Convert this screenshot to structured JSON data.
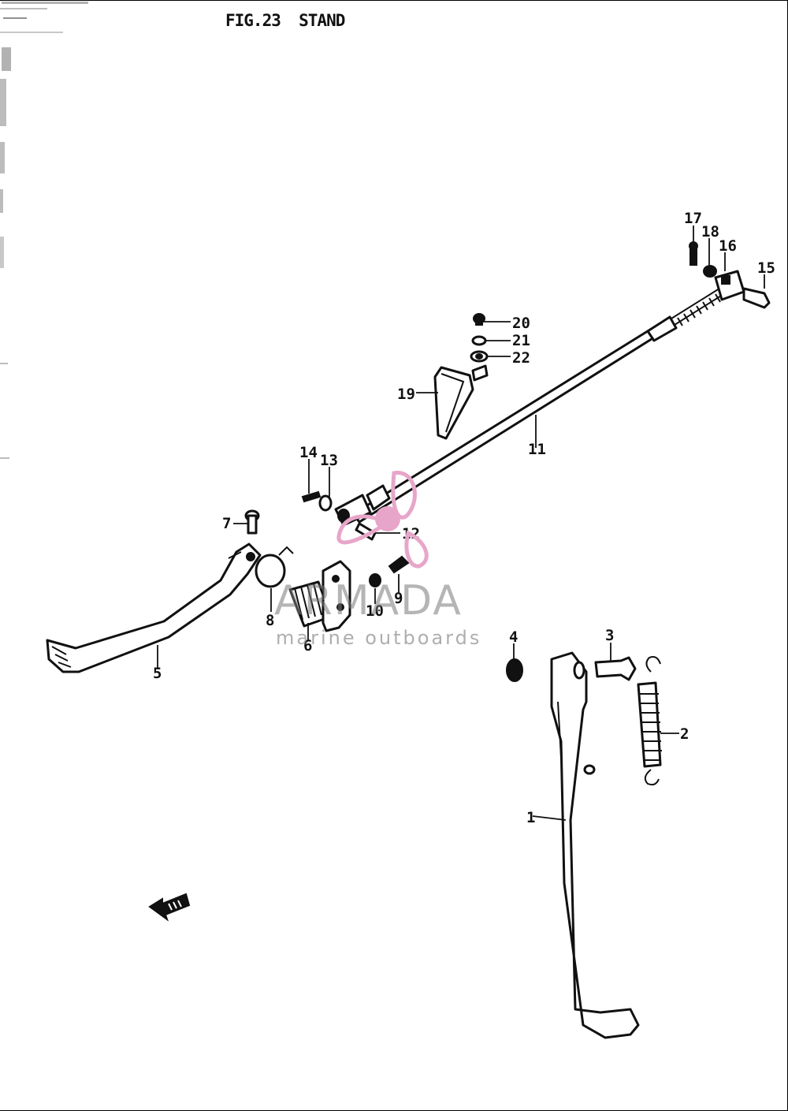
{
  "title": "FIG.23  STAND",
  "callouts": {
    "c1": "1",
    "c2": "2",
    "c3": "3",
    "c4": "4",
    "c5": "5",
    "c6": "6",
    "c7": "7",
    "c8": "8",
    "c9": "9",
    "c10": "10",
    "c11": "11",
    "c12": "12",
    "c13": "13",
    "c14": "14",
    "c15": "15",
    "c16": "16",
    "c17": "17",
    "c18": "18",
    "c19": "19",
    "c20": "20",
    "c21": "21",
    "c22": "22"
  },
  "fwd_arrow_icon": "front-direction-arrow-icon",
  "watermark": {
    "name": "ARMADA",
    "tagline": "marine outboards",
    "logo_icon": "propeller-logo-icon",
    "color": "#e7a6c9"
  }
}
